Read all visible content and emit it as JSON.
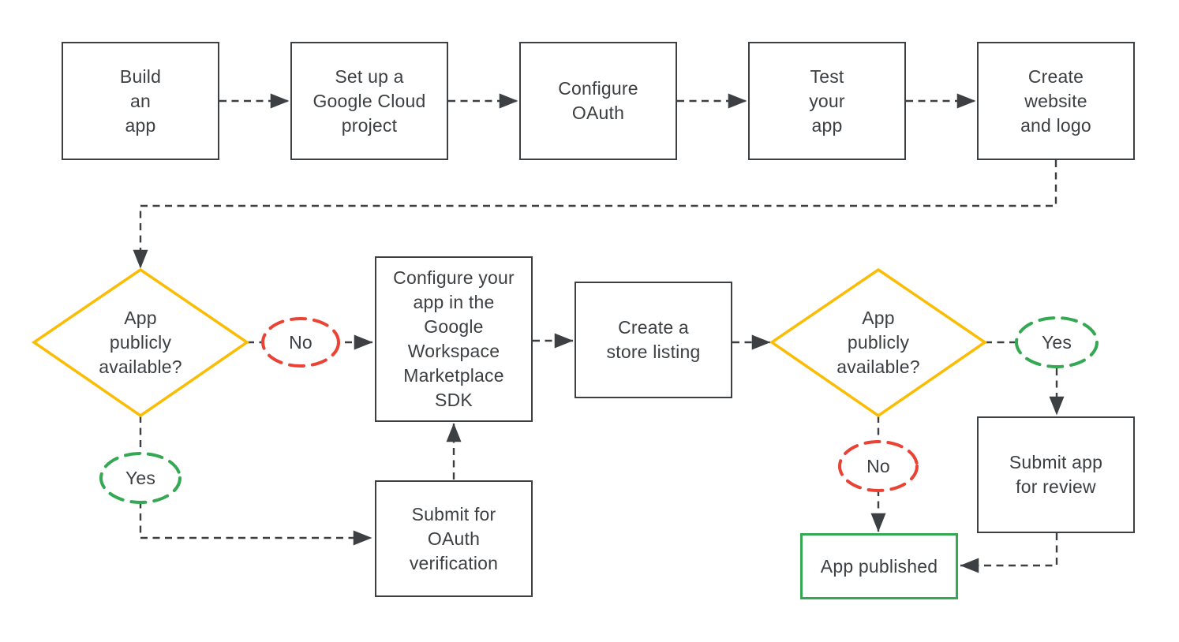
{
  "colors": {
    "outline": "#3c4043",
    "text": "#3c4043",
    "decision": "#fbbc04",
    "no": "#ea4335",
    "yes": "#34a853",
    "published": "#34a853",
    "background": "#ffffff"
  },
  "nodes": {
    "build_app": "Build\nan\napp",
    "setup_project": "Set up a\nGoogle Cloud\nproject",
    "configure_oauth": "Configure\nOAuth",
    "test_app": "Test\nyour\napp",
    "create_website": "Create\nwebsite\nand logo",
    "decision1": "App\npublicly\navailable?",
    "no1": "No",
    "yes1": "Yes",
    "configure_sdk": "Configure your\napp in the\nGoogle\nWorkspace\nMarketplace\nSDK",
    "submit_oauth": "Submit for\nOAuth\nverification",
    "store_listing": "Create a\nstore listing",
    "decision2": "App\npublicly\navailable?",
    "yes2": "Yes",
    "no2": "No",
    "submit_review": "Submit app\nfor review",
    "app_published": "App published"
  }
}
